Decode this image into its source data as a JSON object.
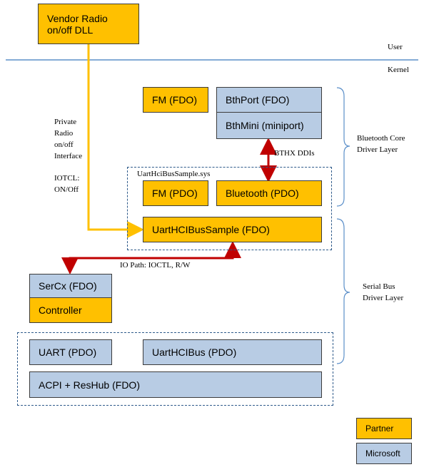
{
  "colors": {
    "partner": "#ffc000",
    "microsoft": "#b8cce4",
    "arrow_yellow": "#ffc000",
    "arrow_red": "#c00000",
    "divider": "#5b8fc9"
  },
  "labels": {
    "vendor_dll_1": "Vendor Radio",
    "vendor_dll_2": "on/off DLL",
    "user": "User",
    "kernel": "Kernel",
    "private_1": "Private",
    "private_2": "Radio",
    "private_3": "on/off",
    "private_4": "Interface",
    "ioctl_1": "IOTCL:",
    "ioctl_2": "ON/Off",
    "fm_fdo": "FM (FDO)",
    "bthport_fdo": "BthPort (FDO)",
    "bthmini": "BthMini (miniport)",
    "bthx_ddis": "BTHX DDIs",
    "uart_sys": "UartHciBusSample.sys",
    "fm_pdo": "FM (PDO)",
    "bluetooth_pdo": "Bluetooth (PDO)",
    "uarthci_fdo": "UartHCIBusSample (FDO)",
    "bt_core_1": "Bluetooth Core",
    "bt_core_2": "Driver  Layer",
    "io_path": "IO Path: IOCTL, R/W",
    "sercx_fdo": "SerCx (FDO)",
    "controller": "Controller",
    "serial_bus_1": "Serial Bus",
    "serial_bus_2": "Driver Layer",
    "uart_pdo": "UART (PDO)",
    "uarthcibus_pdo": "UartHCIBus (PDO)",
    "acpi": "ACPI + ResHub (FDO)",
    "legend_partner": "Partner",
    "legend_microsoft": "Microsoft"
  }
}
